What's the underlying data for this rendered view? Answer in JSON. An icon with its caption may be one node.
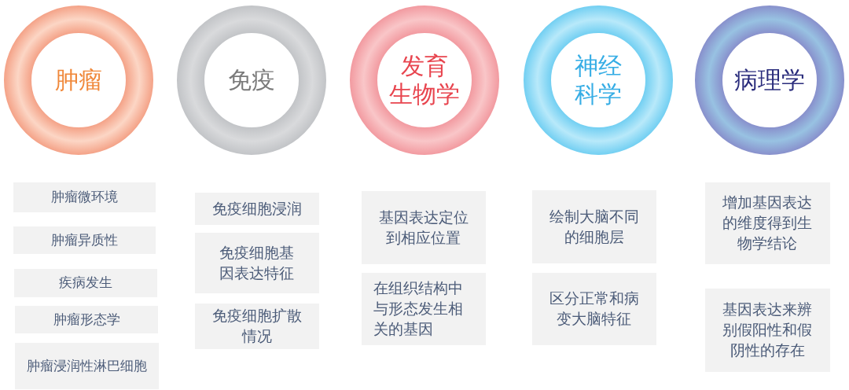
{
  "diagram": {
    "nodes": [
      {
        "text": [
          "肿瘤"
        ]
      },
      {
        "text": [
          "免疫"
        ]
      },
      {
        "text": [
          "发育生物学"
        ]
      },
      {
        "text": [
          "神经科学"
        ]
      },
      {
        "text": [
          "病理学"
        ]
      },
      {
        "text": [
          "肿瘤微环境"
        ]
      },
      {
        "text": [
          "肿瘤异质性"
        ]
      },
      {
        "text": [
          "疾病发生"
        ]
      },
      {
        "text": [
          "肿瘤形态学"
        ]
      },
      {
        "text": [
          "肿瘤浸润性淋巴细胞"
        ]
      },
      {
        "text": [
          "免疫细胞浸润"
        ]
      },
      {
        "text": [
          "免疫细胞基因表达特征"
        ]
      },
      {
        "text": [
          "免疫细胞扩散情况"
        ]
      },
      {
        "text": [
          "基因表达定位到相应位置"
        ]
      },
      {
        "text": [
          "在组织结构中与形态发生相关的基因"
        ]
      },
      {
        "text": [
          "绘制大脑不同的细胞层"
        ]
      },
      {
        "text": [
          "区分正常和病变大脑特征"
        ]
      },
      {
        "text": [
          "增加基因表达的维度得到生物学结论"
        ]
      },
      {
        "text": [
          "基因表达来辨别假阳性和假阴性的存在"
        ]
      }
    ]
  }
}
